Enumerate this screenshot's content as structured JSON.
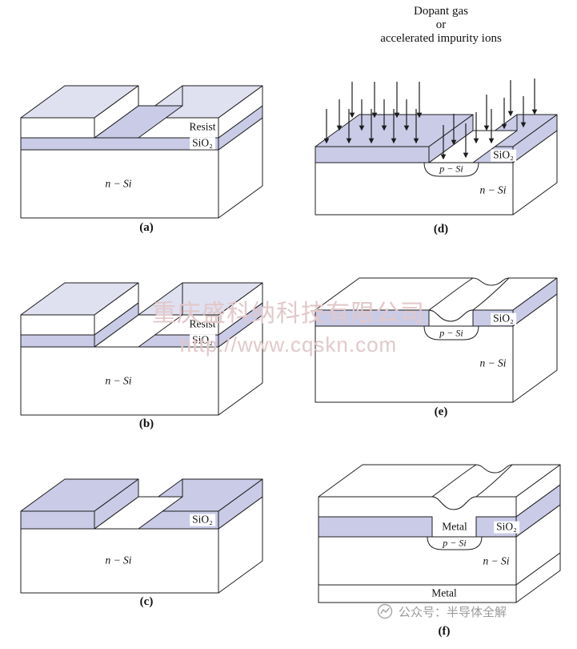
{
  "figure": {
    "dopant_annotation": {
      "line1": "Dopant gas",
      "line2": "or",
      "line3": "accelerated impurity ions"
    },
    "panels": {
      "a": {
        "caption": "(a)",
        "resist": "Resist",
        "sio2": "SiO₂",
        "n_si": "n − Si"
      },
      "b": {
        "caption": "(b)",
        "resist": "Resist",
        "sio2": "SiO₂",
        "n_si": "n − Si"
      },
      "c": {
        "caption": "(c)",
        "sio2": "SiO₂",
        "n_si": "n − Si"
      },
      "d": {
        "caption": "(d)",
        "sio2": "SiO₂",
        "p_si": "p − Si",
        "n_si": "n − Si"
      },
      "e": {
        "caption": "(e)",
        "sio2": "SiO₂",
        "p_si": "p − Si",
        "n_si": "n − Si"
      },
      "f": {
        "caption": "(f)",
        "metal_top": "Metal",
        "sio2": "SiO₂",
        "p_si": "p − Si",
        "n_si": "n − Si",
        "metal_bottom": "Metal"
      }
    }
  },
  "watermark": {
    "company": "重庆盛科纳科技有限公司",
    "url": "http://www.cqskn.com"
  },
  "footer": {
    "account_label": "公众号：半导体全解"
  },
  "colors": {
    "sio2": "#c9cbe7",
    "outline": "#1c1c1c",
    "watermark": "#e2c8ca",
    "footer_text": "#9b9b9b"
  }
}
